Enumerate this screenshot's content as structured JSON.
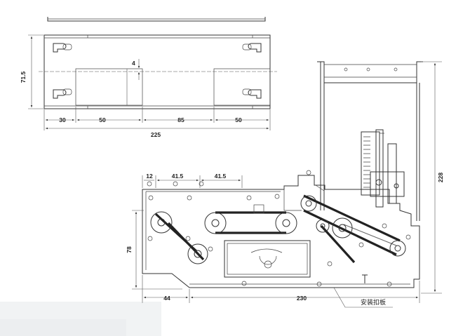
{
  "top_view": {
    "dims": {
      "height": "71.5",
      "offset": "4",
      "seg1": "30",
      "seg2": "50",
      "seg3": "85",
      "seg4": "50",
      "total": "225"
    }
  },
  "front_view": {
    "dims": {
      "d12": "12",
      "d41a": "41.5",
      "d41b": "41.5",
      "d78": "78",
      "d44": "44",
      "d230": "230"
    },
    "callout": "安装扣板"
  },
  "side_view": {
    "dims": {
      "height": "228"
    }
  }
}
